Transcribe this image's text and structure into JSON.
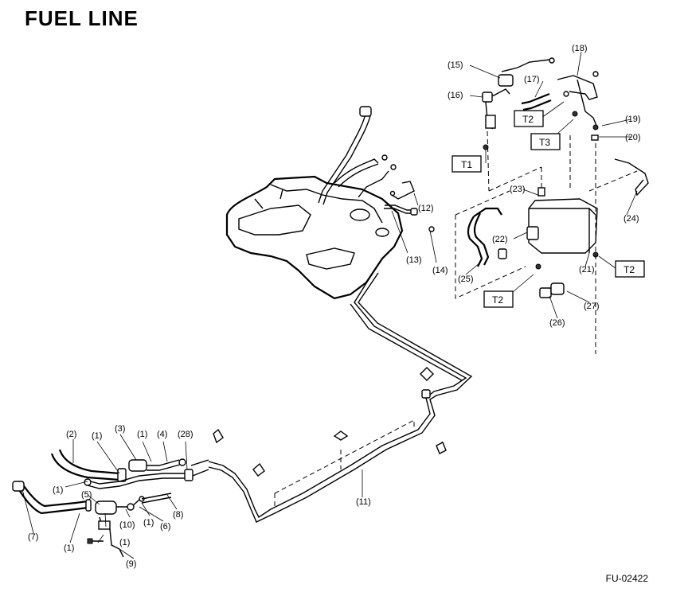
{
  "title": "FUEL LINE",
  "figure_code": "FU-02422",
  "callouts": {
    "c1a": "(1)",
    "c1b": "(1)",
    "c1c": "(1)",
    "c1d": "(1)",
    "c1e": "(1)",
    "c1f": "(1)",
    "c2": "(2)",
    "c3": "(3)",
    "c4": "(4)",
    "c5": "(5)",
    "c6": "(6)",
    "c7": "(7)",
    "c8": "(8)",
    "c9": "(9)",
    "c10": "(10)",
    "c11": "(11)",
    "c12": "(12)",
    "c13": "(13)",
    "c14": "(14)",
    "c15": "(15)",
    "c16": "(16)",
    "c17": "(17)",
    "c18": "(18)",
    "c19": "(19)",
    "c20": "(20)",
    "c21": "(21)",
    "c22": "(22)",
    "c23": "(23)",
    "c24": "(24)",
    "c25": "(25)",
    "c26": "(26)",
    "c27": "(27)",
    "c28": "(28)"
  },
  "torque_labels": {
    "t1": "T1",
    "t2a": "T2",
    "t2b": "T2",
    "t2c": "T2",
    "t3": "T3"
  }
}
